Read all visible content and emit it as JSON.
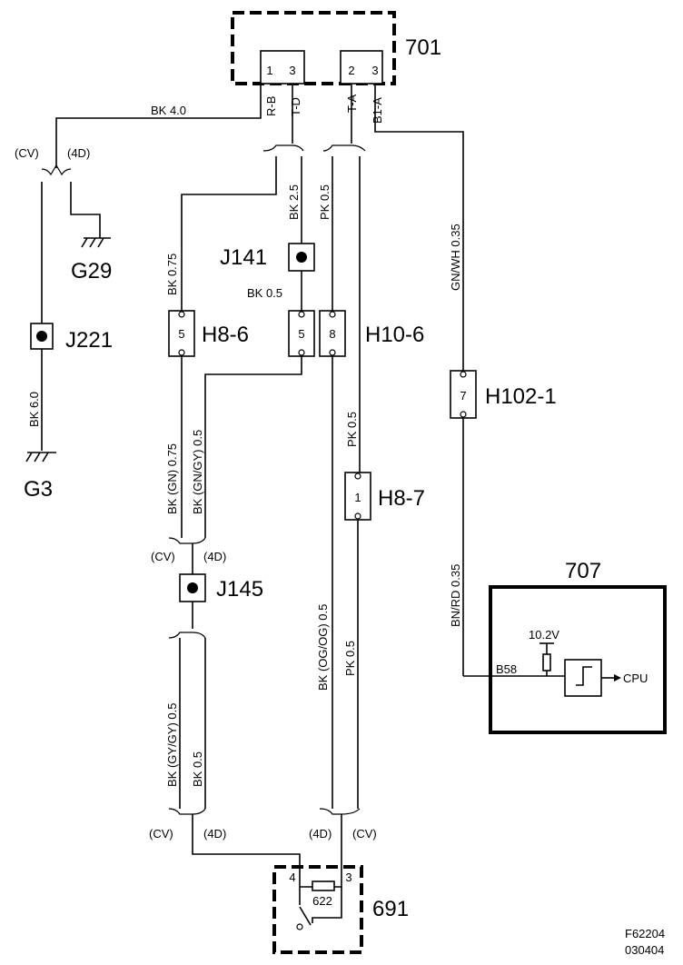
{
  "components": {
    "c701": "701",
    "c707": "707",
    "c691": "691",
    "c622": "622",
    "j141": "J141",
    "j221": "J221",
    "j145": "J145",
    "g29": "G29",
    "g3": "G3",
    "h8_6": "H8-6",
    "h10_6": "H10-6",
    "h8_7": "H8-7",
    "h102_1": "H102-1"
  },
  "pins": {
    "p701_1": "1",
    "p701_3a": "3",
    "p701_2": "2",
    "p701_3b": "3",
    "h8_6": "5",
    "h10_6_a": "5",
    "h10_6_b": "8",
    "h8_7": "1",
    "h102_1": "7",
    "p691_4": "4",
    "p691_3": "3"
  },
  "pin_names": {
    "rb": "R-B",
    "td": "T-D",
    "ta": "T-A",
    "b1a": "B1-A",
    "b58": "B58"
  },
  "wires": {
    "bk40": "BK  4.0",
    "bk25": "BK  2.5",
    "pk05_top": "PK  0.5",
    "gnwh": "GN/WH  0.35",
    "bk075_top": "BK  0.75",
    "bk05_j141": "BK 0.5",
    "bk60": "BK  6.0",
    "pk05_mid": "PK  0.5",
    "bkgn": "BK  (GN)  0.75",
    "bkgngy": "BK  (GN/GY)  0.5",
    "bnrd": "BN/RD  0.35",
    "bkgygy": "BK  (GY/GY)  0.5",
    "bk05_low": "BK  0.5",
    "bkogog": "BK  (OG/OG)  0.5",
    "pk05_low": "PK  0.5"
  },
  "variants": {
    "cv_1": "(CV)",
    "d4_1": "(4D)",
    "cv_2": "(CV)",
    "d4_2": "(4D)",
    "cv_3": "(CV)",
    "d4_3": "(4D)",
    "d4_4": "(4D)",
    "cv_4": "(CV)"
  },
  "module_707": {
    "voltage": "10.2V",
    "cpu": "CPU"
  },
  "footer": {
    "fig": "F62204",
    "date": "030404"
  }
}
